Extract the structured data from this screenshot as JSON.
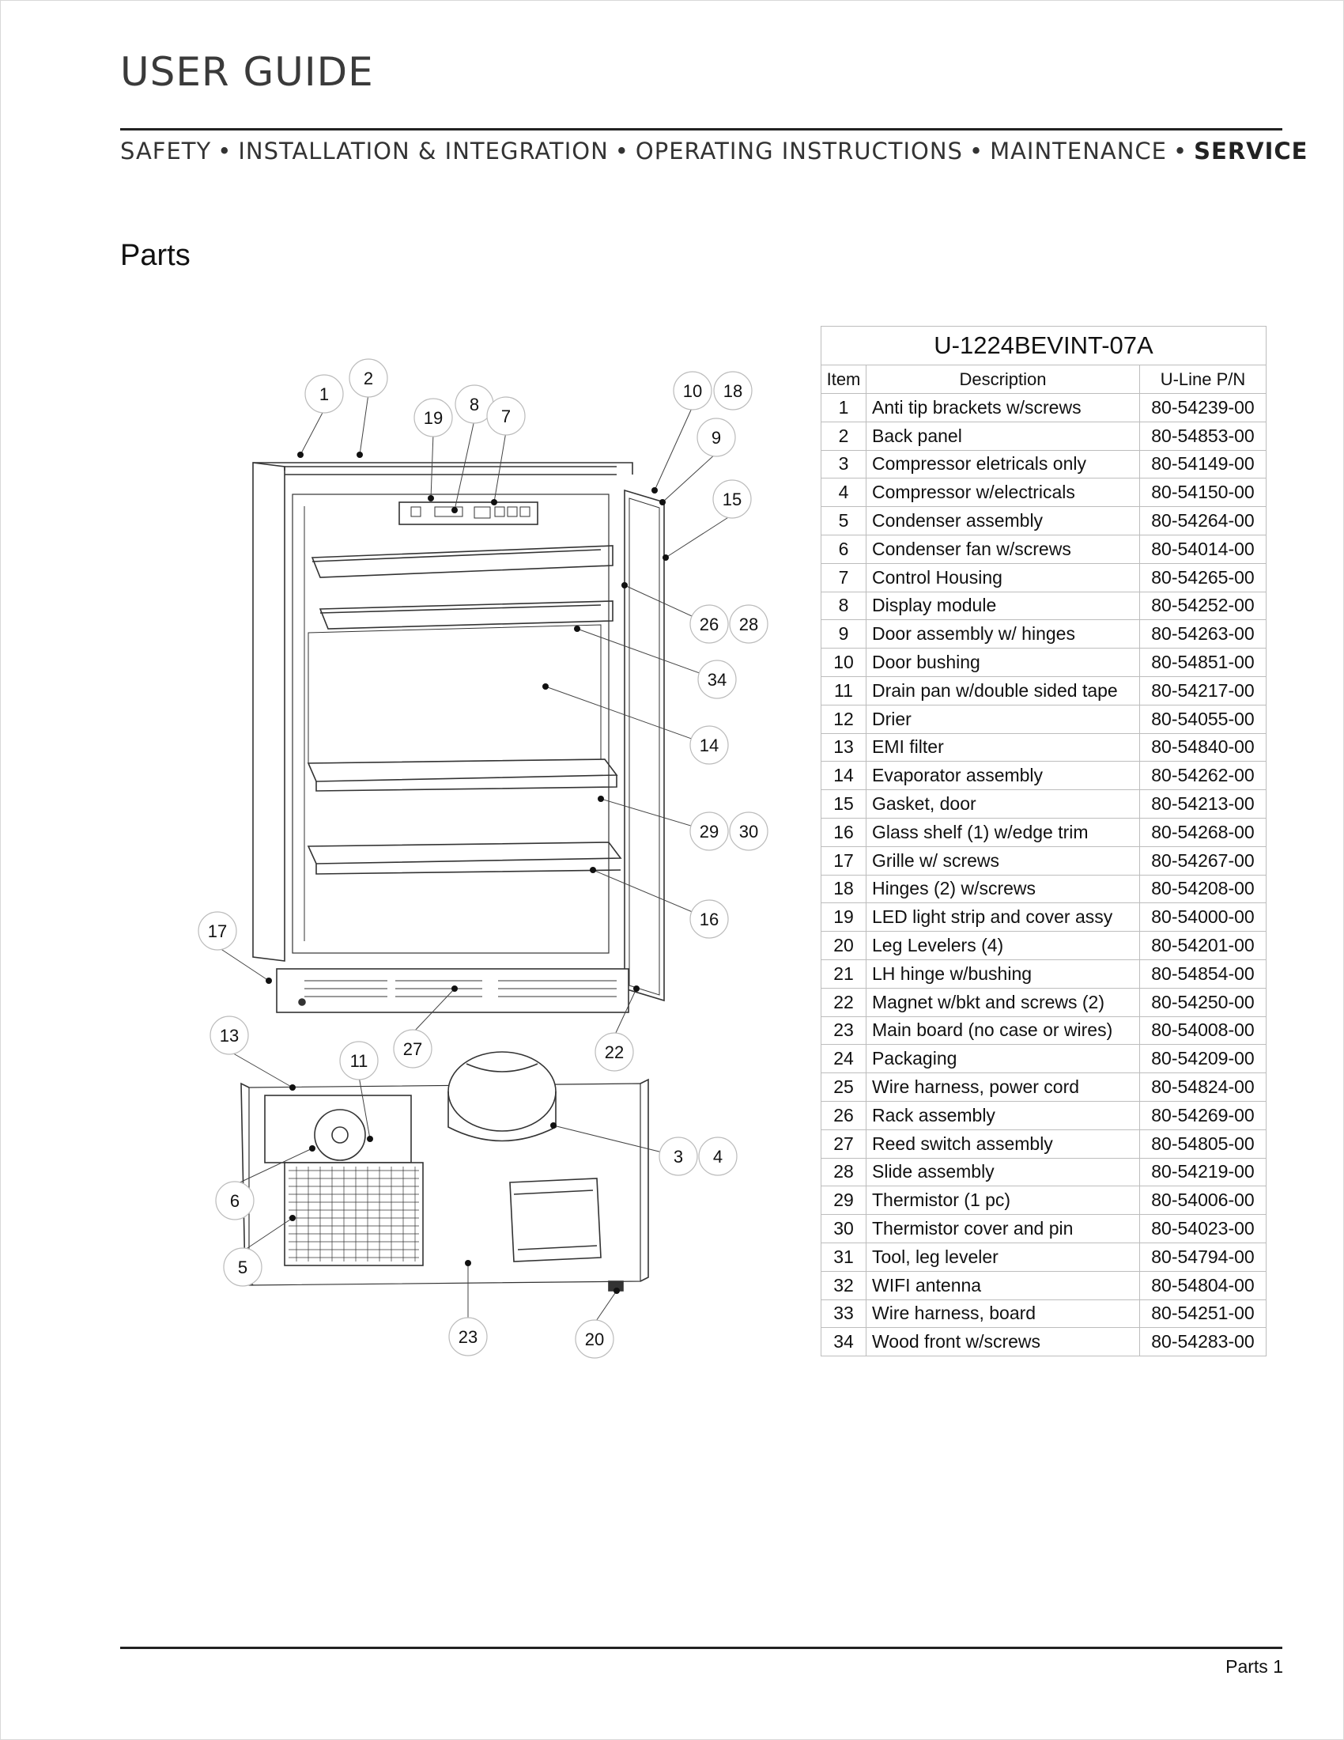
{
  "header": {
    "title": "USER GUIDE",
    "nav": [
      "SAFETY",
      "INSTALLATION & INTEGRATION",
      "OPERATING INSTRUCTIONS",
      "MAINTENANCE",
      "SERVICE"
    ],
    "nav_separator": "•",
    "active_nav": "SERVICE"
  },
  "section_title": "Parts",
  "table": {
    "model": "U-1224BEVINT-07A",
    "columns": [
      "Item",
      "Description",
      "U-Line P/N"
    ],
    "rows": [
      [
        "1",
        "Anti tip brackets w/screws",
        "80-54239-00"
      ],
      [
        "2",
        "Back panel",
        "80-54853-00"
      ],
      [
        "3",
        "Compressor eletricals only",
        "80-54149-00"
      ],
      [
        "4",
        "Compressor w/electricals",
        "80-54150-00"
      ],
      [
        "5",
        "Condenser assembly",
        "80-54264-00"
      ],
      [
        "6",
        "Condenser fan w/screws",
        "80-54014-00"
      ],
      [
        "7",
        "Control Housing",
        "80-54265-00"
      ],
      [
        "8",
        "Display module",
        "80-54252-00"
      ],
      [
        "9",
        "Door assembly w/ hinges",
        "80-54263-00"
      ],
      [
        "10",
        "Door bushing",
        "80-54851-00"
      ],
      [
        "11",
        "Drain pan w/double sided tape",
        "80-54217-00"
      ],
      [
        "12",
        "Drier",
        "80-54055-00"
      ],
      [
        "13",
        "EMI filter",
        "80-54840-00"
      ],
      [
        "14",
        "Evaporator assembly",
        "80-54262-00"
      ],
      [
        "15",
        "Gasket, door",
        "80-54213-00"
      ],
      [
        "16",
        "Glass shelf (1) w/edge trim",
        "80-54268-00"
      ],
      [
        "17",
        "Grille w/ screws",
        "80-54267-00"
      ],
      [
        "18",
        "Hinges (2) w/screws",
        "80-54208-00"
      ],
      [
        "19",
        "LED light strip and cover assy",
        "80-54000-00"
      ],
      [
        "20",
        "Leg Levelers (4)",
        "80-54201-00"
      ],
      [
        "21",
        "LH hinge w/bushing",
        "80-54854-00"
      ],
      [
        "22",
        "Magnet w/bkt and screws (2)",
        "80-54250-00"
      ],
      [
        "23",
        "Main board (no case or wires)",
        "80-54008-00"
      ],
      [
        "24",
        "Packaging",
        "80-54209-00"
      ],
      [
        "25",
        "Wire harness, power cord",
        "80-54824-00"
      ],
      [
        "26",
        "Rack assembly",
        "80-54269-00"
      ],
      [
        "27",
        "Reed switch assembly",
        "80-54805-00"
      ],
      [
        "28",
        "Slide assembly",
        "80-54219-00"
      ],
      [
        "29",
        "Thermistor (1 pc)",
        "80-54006-00"
      ],
      [
        "30",
        "Thermistor cover and pin",
        "80-54023-00"
      ],
      [
        "31",
        "Tool, leg leveler",
        "80-54794-00"
      ],
      [
        "32",
        "WIFI antenna",
        "80-54804-00"
      ],
      [
        "33",
        "Wire harness, board",
        "80-54251-00"
      ],
      [
        "34",
        "Wood front w/screws",
        "80-54283-00"
      ]
    ]
  },
  "callouts": [
    "1",
    "2",
    "19",
    "8",
    "7",
    "10",
    "18",
    "9",
    "15",
    "26",
    "28",
    "34",
    "14",
    "29",
    "30",
    "16",
    "17",
    "13",
    "27",
    "22",
    "11",
    "3",
    "4",
    "6",
    "5",
    "23",
    "20"
  ],
  "footer": "Parts 1"
}
